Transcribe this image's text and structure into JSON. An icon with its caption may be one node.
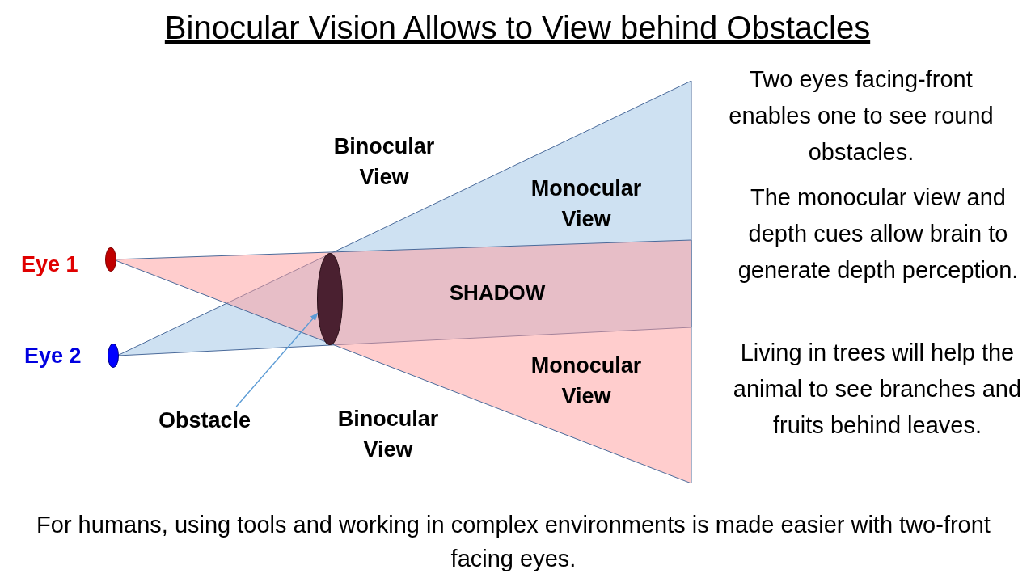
{
  "diagram": {
    "title": "Binocular Vision Allows to View behind Obstacles",
    "nodes": [
      {
        "text": [],
        "shape": "circle",
        "beside": [
          "Eye 1"
        ]
      },
      {
        "text": [],
        "shape": "circle",
        "beside": [
          "Eye 2"
        ]
      },
      {
        "text": [],
        "shape": "circle"
      },
      {
        "text": [
          "Obstacle"
        ]
      }
    ],
    "edges": [
      {
        "from": 3,
        "to": 2,
        "arrow": "to"
      }
    ],
    "labels": [
      "Binocular View",
      "Monocular View",
      "Two eyes facing-front enables one to see round obstacles.",
      "The monocular view and depth cues allow brain to generate depth perception.",
      "SHADOW",
      "Living in trees will help the animal to see branches and fruits behind leaves.",
      "Monocular View",
      "Binocular View",
      "For humans, using tools and working in complex environments is made easier with two-front facing eyes."
    ]
  }
}
